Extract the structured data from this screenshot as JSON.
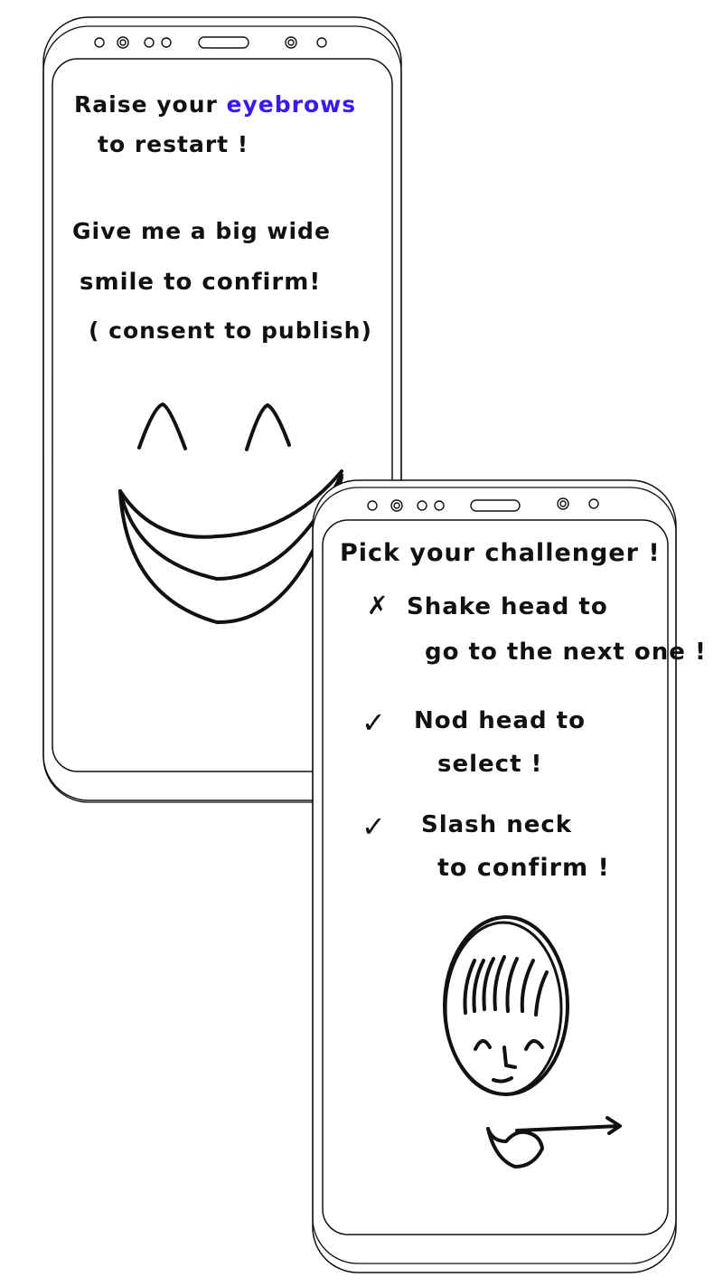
{
  "phone_left": {
    "line1_prefix": "Raise your ",
    "line1_highlight": "eyebrows",
    "line2": "to restart !",
    "line3": "Give me a big wide",
    "line4": "smile to confirm!",
    "line5": "( consent to publish)",
    "highlight_color": "#3a1af0",
    "illustration": "smiling-face-icon"
  },
  "phone_right": {
    "title": "Pick your challenger !",
    "items": [
      {
        "mark": "✗",
        "mark_icon": "cross-icon",
        "line1": "Shake head to",
        "line2": "go to the next one !"
      },
      {
        "mark": "✓",
        "mark_icon": "check-icon",
        "line1": "Nod head to",
        "line2": "select !"
      },
      {
        "mark": "✓",
        "mark_icon": "check-icon",
        "line1": "Slash neck",
        "line2": "to confirm !"
      }
    ],
    "illustration": "slash-neck-gesture-icon"
  }
}
